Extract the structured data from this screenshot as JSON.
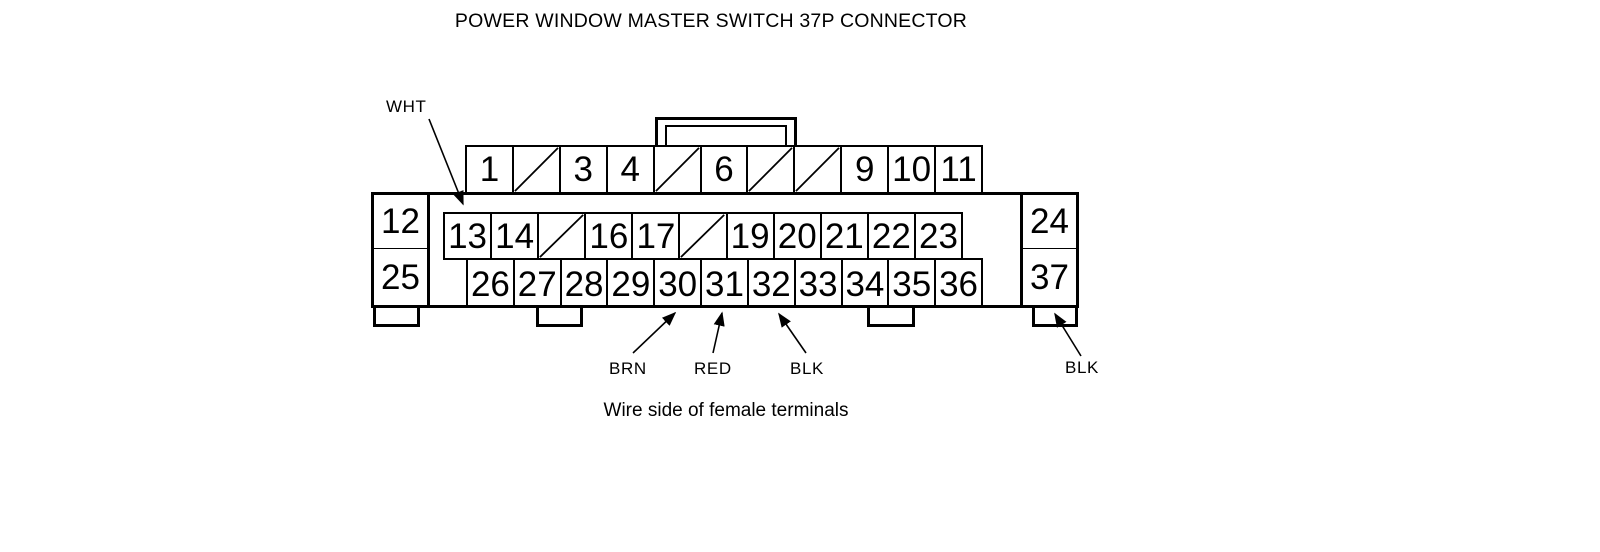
{
  "title": "POWER WINDOW MASTER SWITCH 37P CONNECTOR",
  "caption": "Wire side of female terminals",
  "connector": {
    "name": "power-window-master-switch-37p-connector",
    "view": "wire side, female terminals",
    "rows": {
      "top": {
        "cells": [
          {
            "label": "1"
          },
          {
            "label": "",
            "unused": true
          },
          {
            "label": "3"
          },
          {
            "label": "4"
          },
          {
            "label": "",
            "unused": true
          },
          {
            "label": "6"
          },
          {
            "label": "",
            "unused": true
          },
          {
            "label": "",
            "unused": true
          },
          {
            "label": "9"
          },
          {
            "label": "10"
          },
          {
            "label": "11"
          }
        ]
      },
      "middle": {
        "cells": [
          {
            "label": "13"
          },
          {
            "label": "14"
          },
          {
            "label": "",
            "unused": true
          },
          {
            "label": "16"
          },
          {
            "label": "17"
          },
          {
            "label": "",
            "unused": true
          },
          {
            "label": "19"
          },
          {
            "label": "20"
          },
          {
            "label": "21"
          },
          {
            "label": "22"
          },
          {
            "label": "23"
          }
        ]
      },
      "bottom": {
        "cells": [
          {
            "label": "26"
          },
          {
            "label": "27"
          },
          {
            "label": "28"
          },
          {
            "label": "29"
          },
          {
            "label": "30"
          },
          {
            "label": "31"
          },
          {
            "label": "32"
          },
          {
            "label": "33"
          },
          {
            "label": "34"
          },
          {
            "label": "35"
          },
          {
            "label": "36"
          }
        ]
      }
    },
    "corner_pins": {
      "top_left": "12",
      "bottom_left": "25",
      "top_right": "24",
      "bottom_right": "37"
    }
  },
  "wire_labels": [
    {
      "label": "WHT",
      "points_to_pin": "13"
    },
    {
      "label": "BRN",
      "points_to_pin": "30"
    },
    {
      "label": "RED",
      "points_to_pin": "31"
    },
    {
      "label": "BLK",
      "points_to_pin": "32"
    },
    {
      "label": "BLK",
      "points_to_pin": "37"
    }
  ],
  "colors": {
    "line": "#000000",
    "background": "#ffffff",
    "text": "#000000"
  }
}
